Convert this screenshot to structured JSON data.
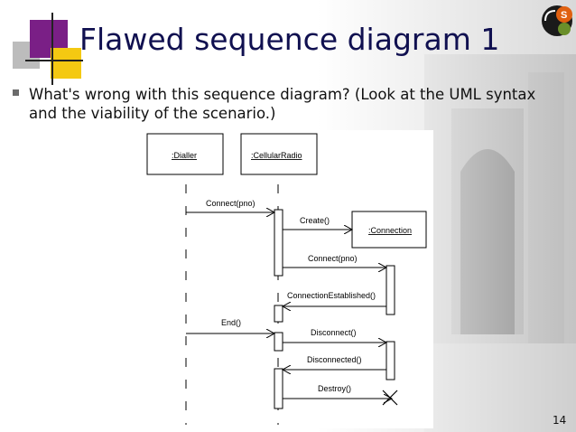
{
  "slide": {
    "title": "Flawed sequence diagram 1",
    "bullet": "What's wrong with this sequence diagram? (Look at the UML syntax and the viability of the scenario.)",
    "page_number": "14"
  },
  "logo": {
    "letter": "S",
    "colors": {
      "ring": "#1a1a1a",
      "accent": "#e06010"
    }
  },
  "colors": {
    "title": "#101050",
    "purple": "#7a1f86",
    "yellow": "#f4c912",
    "gray": "#bcbcbc"
  },
  "diagram": {
    "objects": [
      ":Dialler",
      ":CellularRadio",
      ":Connection"
    ],
    "messages": [
      "Connect(pno)",
      "Create()",
      "Connect(pno)",
      "ConnectionEstablished()",
      "End()",
      "Disconnect()",
      "Disconnected()",
      "Destroy()"
    ]
  }
}
